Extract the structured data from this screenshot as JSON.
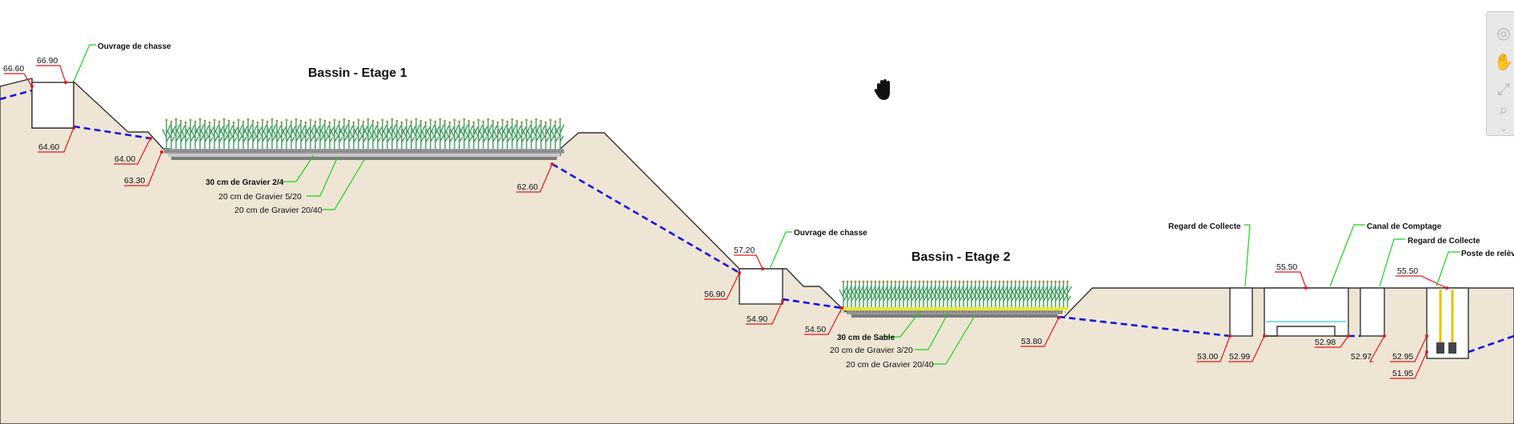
{
  "titles": {
    "stage1": "Bassin - Etage 1",
    "stage2": "Bassin - Etage 2"
  },
  "structures": {
    "chasse1": "Ouvrage de chasse",
    "chasse2": "Ouvrage de chasse",
    "regard_collecte_1": "Regard de Collecte",
    "canal_comptage": "Canal de Comptage",
    "regard_collecte_2": "Regard de Collecte",
    "poste_relevage": "Poste de relève"
  },
  "layers_stage1": {
    "l1": "30 cm de Gravier 2/4",
    "l2": "20 cm de Gravier 5/20",
    "l3": "20 cm de Gravier 20/40"
  },
  "layers_stage2": {
    "l1": "30 cm de Sable",
    "l2": "20 cm de Gravier 3/20",
    "l3": "20 cm de Gravier 20/40"
  },
  "elevations": {
    "e6660": "66.60",
    "e6690": "66.90",
    "e6460": "64.60",
    "e6400": "64.00",
    "e6330": "63.30",
    "e6260": "62.60",
    "e5720": "57.20",
    "e5690": "56.90",
    "e5490": "54.90",
    "e5450": "54.50",
    "e5380": "53.80",
    "e5550a": "55.50",
    "e5550b": "55.50",
    "e5300": "53.00",
    "e5299": "52.99",
    "e5298": "52.98",
    "e5297": "52.97",
    "e5295": "52.95",
    "e5195": "51.95"
  },
  "colors": {
    "ground": "#efe5d5",
    "pipe": "#1515e6",
    "leader_red": "#e0191e",
    "leader_green": "#19d219",
    "plants": "#3f9a5d",
    "gravel": "#8a8a8a",
    "sand_layer": "#e8e832"
  },
  "toolbar_icons": [
    "steering-wheel-icon",
    "pan-hand-icon",
    "zoom-extents-icon",
    "zoom-magnifier-icon",
    "chevron-down-icon"
  ],
  "cursor_icon": "hand-cursor-icon"
}
